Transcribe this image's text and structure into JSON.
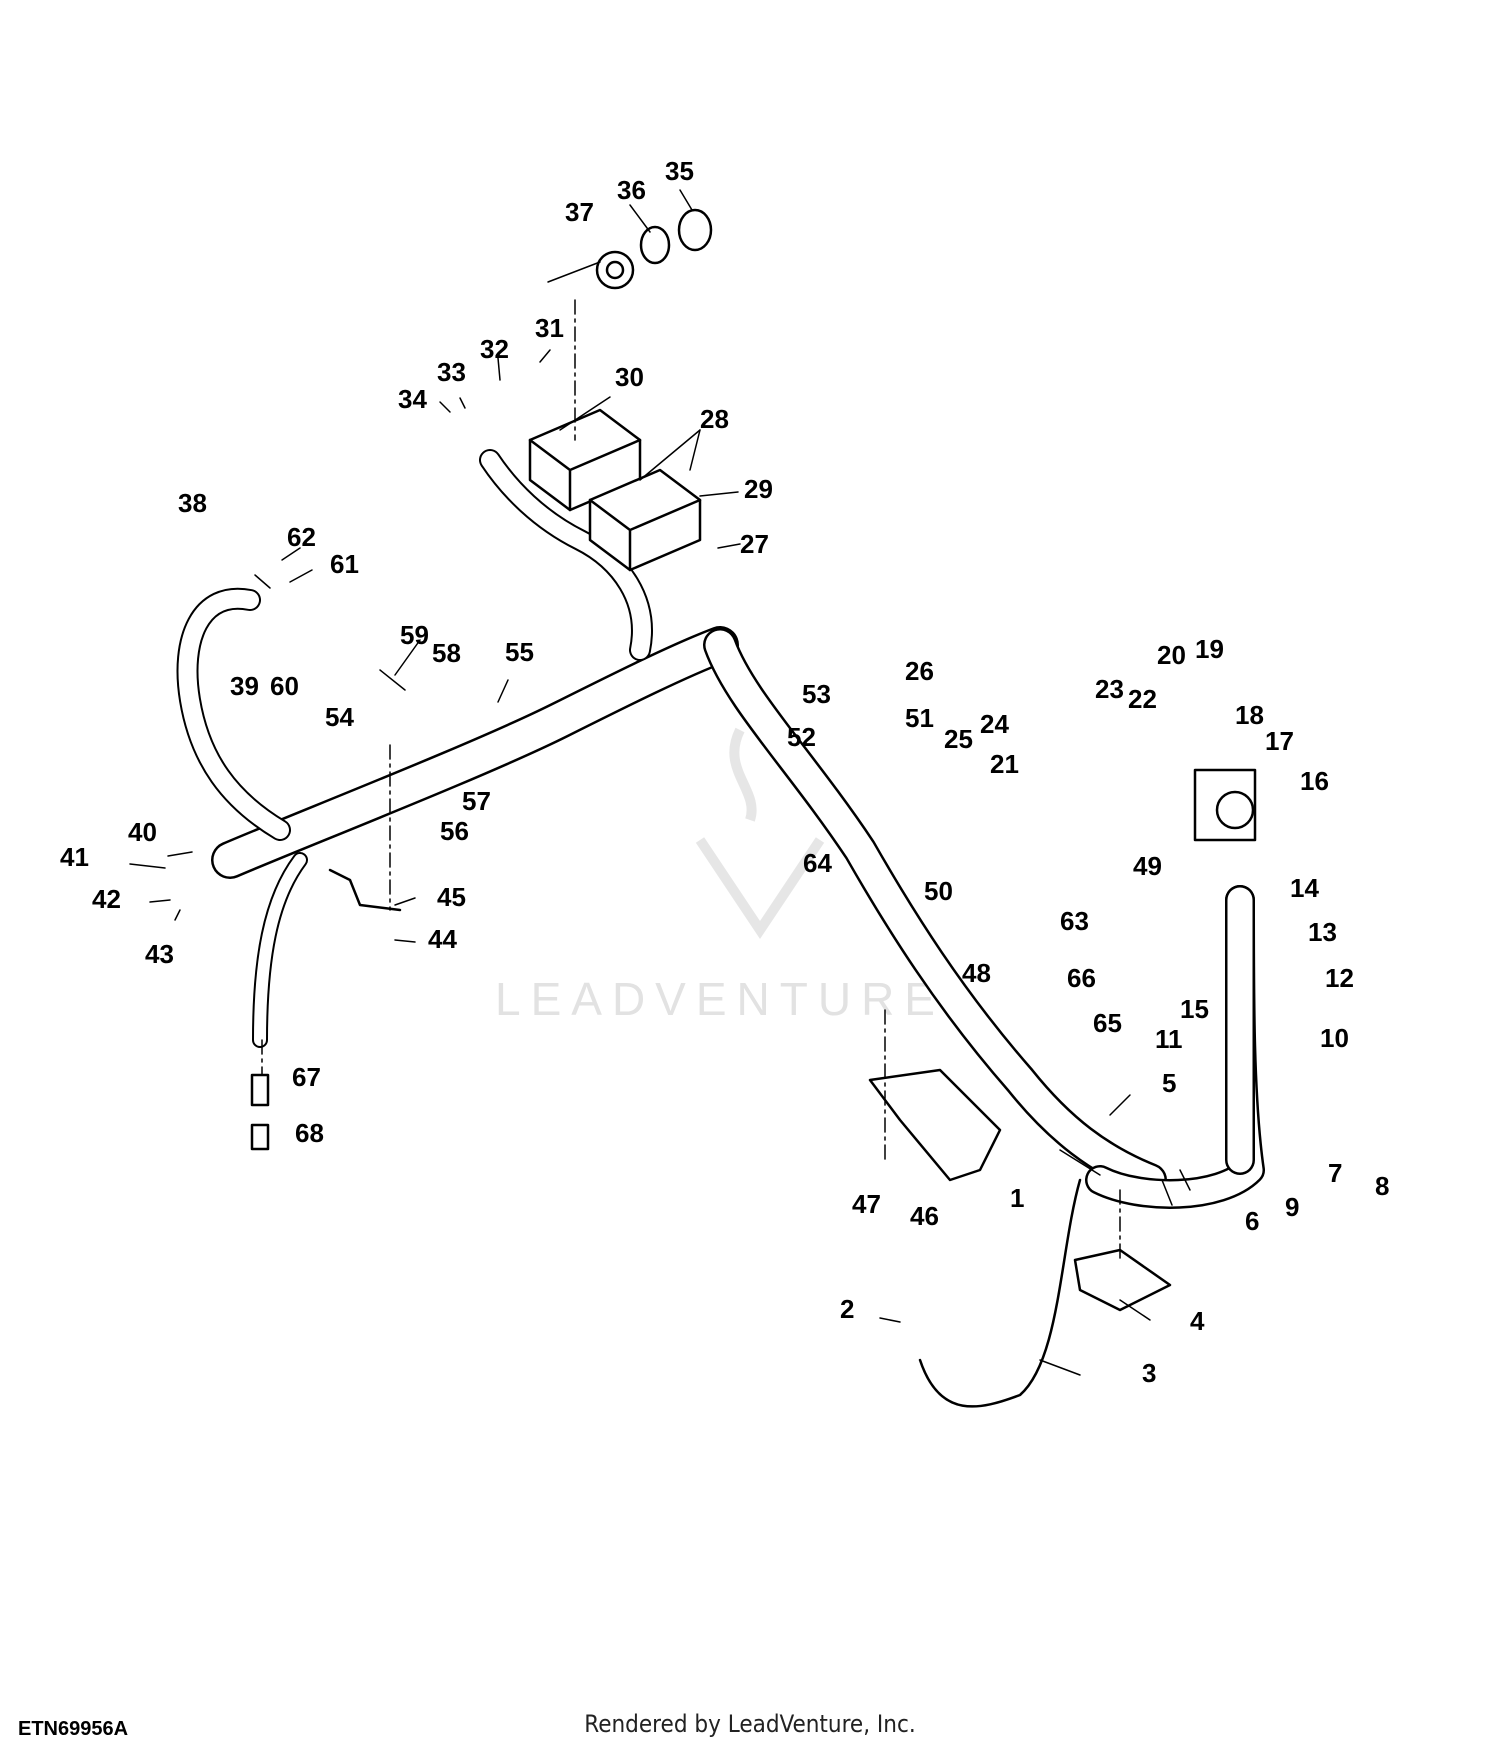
{
  "figure_id": "ETN69956A",
  "credit": "Rendered by LeadVenture, Inc.",
  "watermark": "LEADVENTURE",
  "callouts": [
    "1",
    "2",
    "3",
    "4",
    "5",
    "6",
    "7",
    "8",
    "9",
    "10",
    "11",
    "12",
    "13",
    "14",
    "15",
    "16",
    "17",
    "18",
    "19",
    "20",
    "21",
    "22",
    "23",
    "24",
    "25",
    "26",
    "27",
    "28",
    "29",
    "30",
    "31",
    "32",
    "33",
    "34",
    "35",
    "36",
    "37",
    "38",
    "39",
    "40",
    "41",
    "42",
    "43",
    "44",
    "45",
    "46",
    "47",
    "48",
    "49",
    "50",
    "51",
    "52",
    "53",
    "54",
    "55",
    "56",
    "57",
    "58",
    "59",
    "60",
    "61",
    "62",
    "63",
    "64",
    "65",
    "66",
    "67",
    "68"
  ],
  "colors": {
    "line": "#000000",
    "watermark": "#e2e2e2"
  }
}
